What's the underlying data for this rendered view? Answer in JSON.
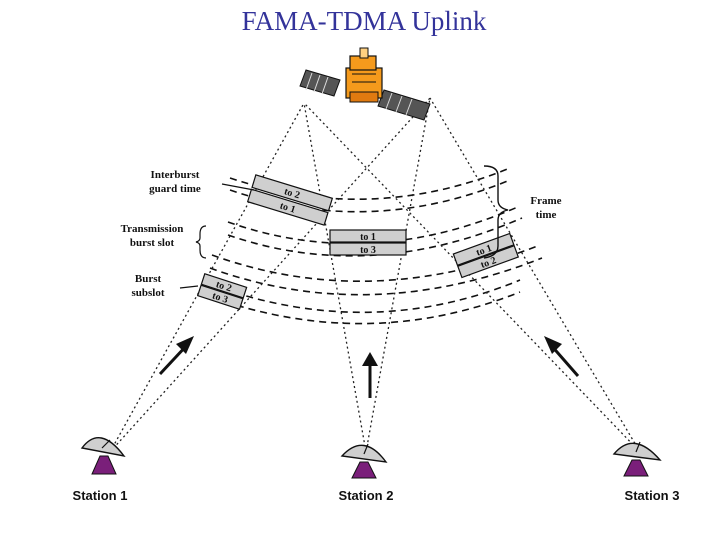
{
  "title": "FAMA-TDMA Uplink",
  "labels": {
    "interburst_1": "Interburst",
    "interburst_2": "guard time",
    "transmission_1": "Transmission",
    "transmission_2": "burst slot",
    "burst_1": "Burst",
    "burst_2": "subslot",
    "frame_1": "Frame",
    "frame_2": "time"
  },
  "slots": {
    "left_top": [
      "to 2",
      "to 1"
    ],
    "middle": [
      "to 1",
      "to 3"
    ],
    "right": [
      "to 1",
      "to 2"
    ],
    "left_bottom": [
      "to 2",
      "to 3"
    ]
  },
  "stations": [
    "Station 1",
    "Station 2",
    "Station 3"
  ]
}
